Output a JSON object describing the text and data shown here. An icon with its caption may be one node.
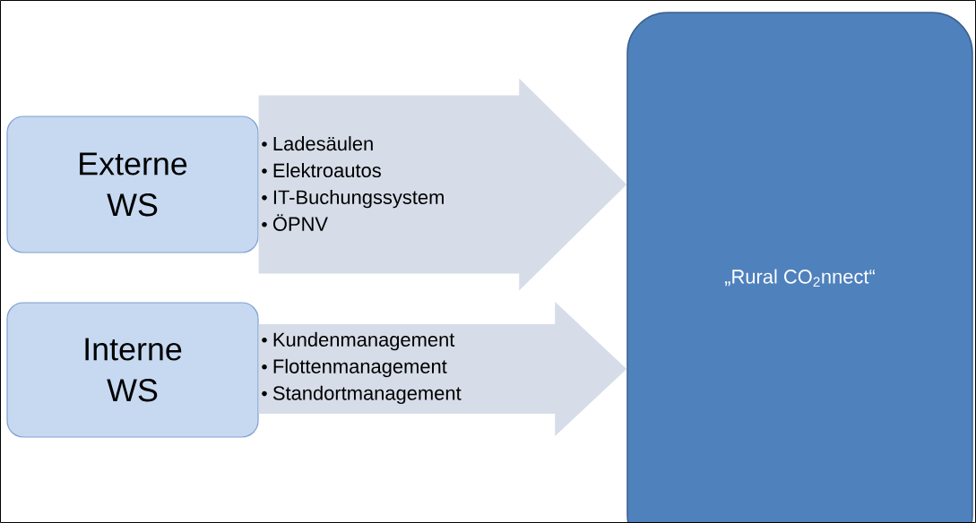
{
  "diagram": {
    "nodes": [
      {
        "text": [
          "Externe WS"
        ]
      },
      {
        "text": [
          "Ladesäulen",
          "Elektroautos",
          "IT-Buchungssystem",
          "ÖPNV"
        ]
      },
      {
        "text": [
          "Interne WS"
        ]
      },
      {
        "text": [
          "Kundenmanagement",
          "Flottenmanagement",
          "Standortmanagement"
        ]
      },
      {
        "text": [
          "„Rural CO$_{2}$nnect“"
        ]
      }
    ],
    "edges": [
      {
        "from": 0,
        "to": 4,
        "arrow": "to",
        "style": "thick"
      },
      {
        "from": 2,
        "to": 4,
        "arrow": "to",
        "style": "thick"
      }
    ]
  }
}
